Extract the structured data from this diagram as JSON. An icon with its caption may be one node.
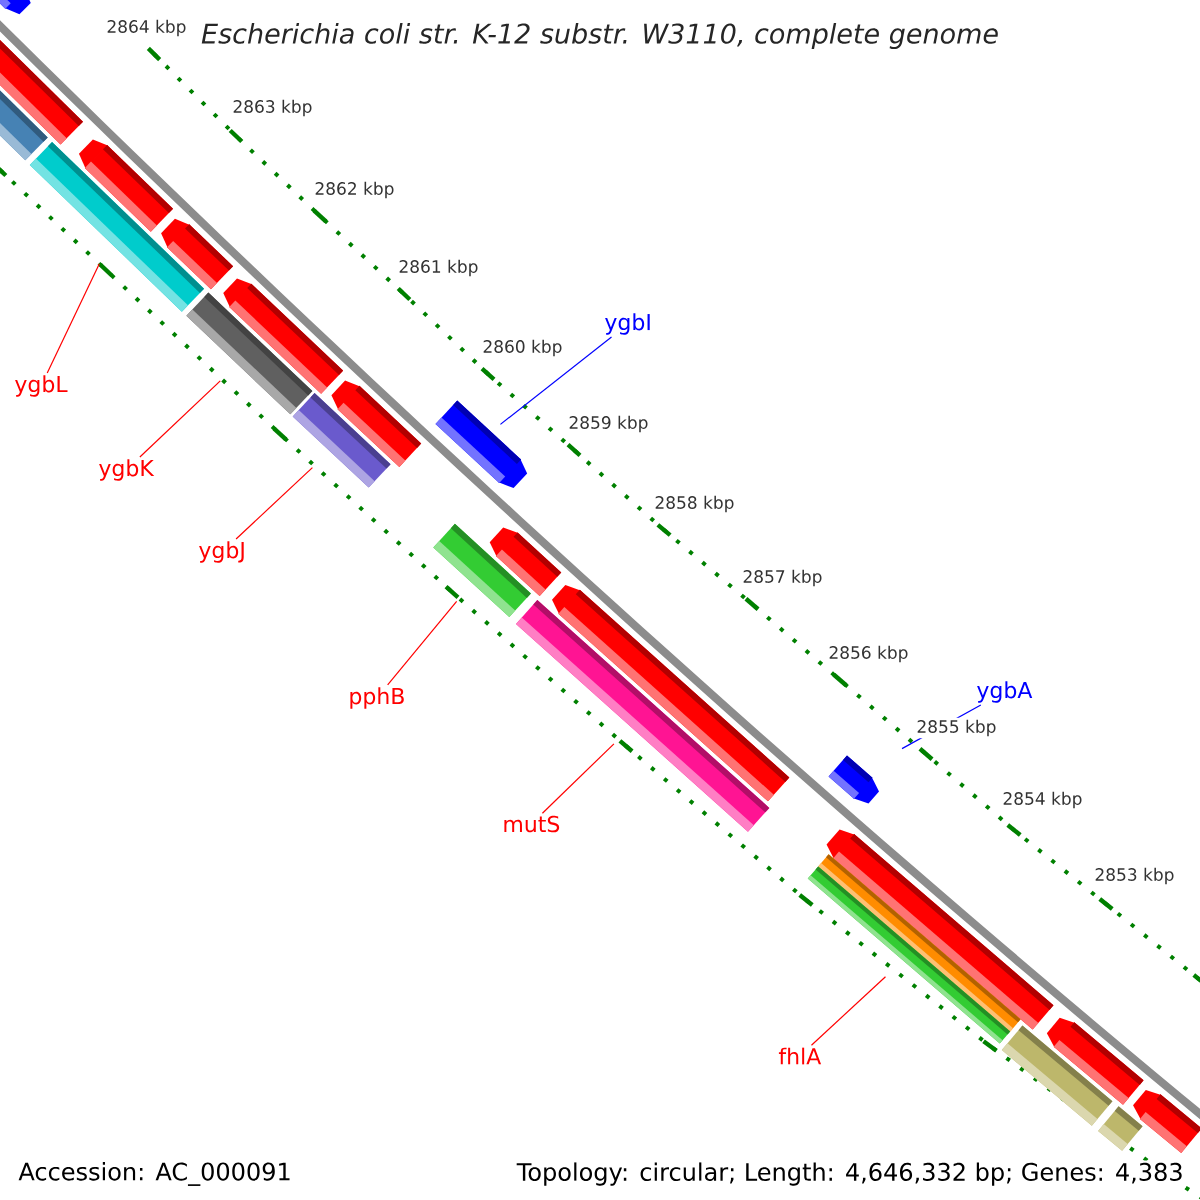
{
  "diagram": {
    "title": "Escherichia coli str. K-12 substr. W3110, complete genome",
    "nodes": [
      {
        "text": [
          "ygbL"
        ]
      },
      {
        "text": [
          "ygbK"
        ]
      },
      {
        "text": [
          "ygbJ"
        ]
      },
      {
        "text": [
          "pphB"
        ]
      },
      {
        "text": [
          "mutS"
        ]
      },
      {
        "text": [
          "fhlA"
        ]
      },
      {
        "text": [
          "ygbI"
        ]
      },
      {
        "text": [
          "ygbA"
        ]
      },
      {
        "text": [],
        "shape": "arrow"
      },
      {
        "text": [],
        "shape": "arrow"
      },
      {
        "text": [],
        "shape": "bar"
      },
      {
        "text": [],
        "shape": "bar"
      },
      {
        "text": [],
        "shape": "arrow"
      },
      {
        "text": [],
        "shape": "arrow"
      },
      {
        "text": [],
        "shape": "bar"
      },
      {
        "text": [],
        "shape": "arrow"
      },
      {
        "text": [],
        "shape": "bar"
      },
      {
        "text": [],
        "shape": "arrow"
      },
      {
        "text": [],
        "shape": "arrow"
      },
      {
        "text": [],
        "shape": "bar"
      },
      {
        "text": [],
        "shape": "arrow"
      },
      {
        "text": [],
        "shape": "bar"
      },
      {
        "text": [],
        "shape": "arrow"
      },
      {
        "text": [],
        "shape": "arrow"
      },
      {
        "text": [],
        "shape": "arrow"
      },
      {
        "text": [],
        "shape": "bar"
      },
      {
        "text": [],
        "shape": "bar"
      },
      {
        "text": [],
        "shape": "arrow"
      },
      {
        "text": [],
        "shape": "bar"
      },
      {
        "text": [],
        "shape": "arrow"
      },
      {
        "text": [],
        "shape": "bar"
      }
    ],
    "edges": [
      {
        "from": 0,
        "to": 11,
        "arrow": "none"
      },
      {
        "from": 1,
        "to": 14,
        "arrow": "none"
      },
      {
        "from": 2,
        "to": 16,
        "arrow": "none"
      },
      {
        "from": 3,
        "to": 19,
        "arrow": "none"
      },
      {
        "from": 4,
        "to": 21,
        "arrow": "none"
      },
      {
        "from": 5,
        "to": 26,
        "arrow": "none"
      },
      {
        "from": 6,
        "to": 18,
        "arrow": "none",
        "color": "#0000ff"
      },
      {
        "from": 7,
        "to": 23,
        "arrow": "none",
        "color": "#0000ff"
      }
    ],
    "labels": [
      "2864 kbp",
      "2863 kbp",
      "2862 kbp",
      "2861 kbp",
      "2860 kbp",
      "2859 kbp",
      "2858 kbp",
      "2857 kbp",
      "2856 kbp",
      "2855 kbp",
      "2854 kbp",
      "2853 kbp",
      "Accession: AC_000091",
      "Topology: circular; Length: 4,646,332 bp; Genes: 4,383"
    ]
  }
}
